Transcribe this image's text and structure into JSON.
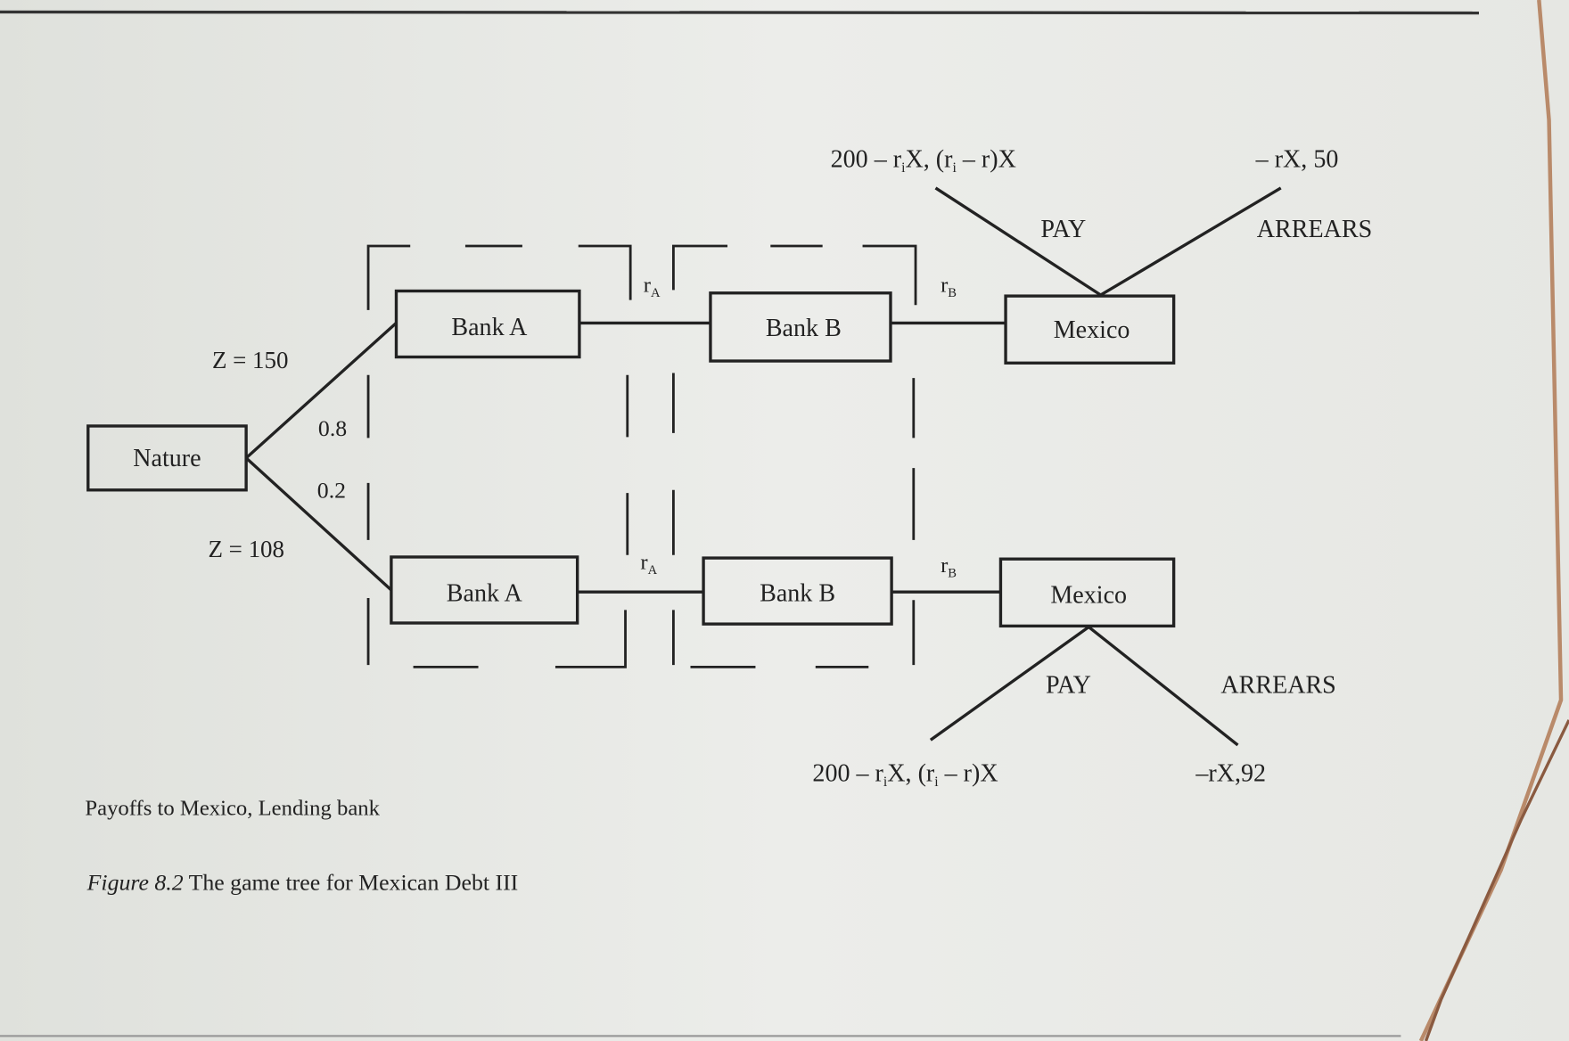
{
  "nodes": {
    "nature": "Nature",
    "bank_a": "Bank A",
    "bank_b": "Bank B",
    "mexico": "Mexico"
  },
  "branches": {
    "upper_state": "Z = 150",
    "upper_prob": "0.8",
    "lower_prob": "0.2",
    "lower_state": "Z = 108"
  },
  "rates": {
    "r_a": {
      "base": "r",
      "sub": "A"
    },
    "r_b": {
      "base": "r",
      "sub": "B"
    }
  },
  "actions": {
    "pay": "PAY",
    "arrears": "ARREARS"
  },
  "payoffs": {
    "pay_parts": [
      "200 – r",
      "i",
      "X, (r",
      "i",
      " – r)X"
    ],
    "arrears_upper": "– rX, 50",
    "arrears_lower": "–rX,92"
  },
  "caption": {
    "legend": "Payoffs to Mexico, Lending bank",
    "figure_label": "Figure 8.2",
    "figure_title": " The game tree for Mexican Debt III"
  }
}
